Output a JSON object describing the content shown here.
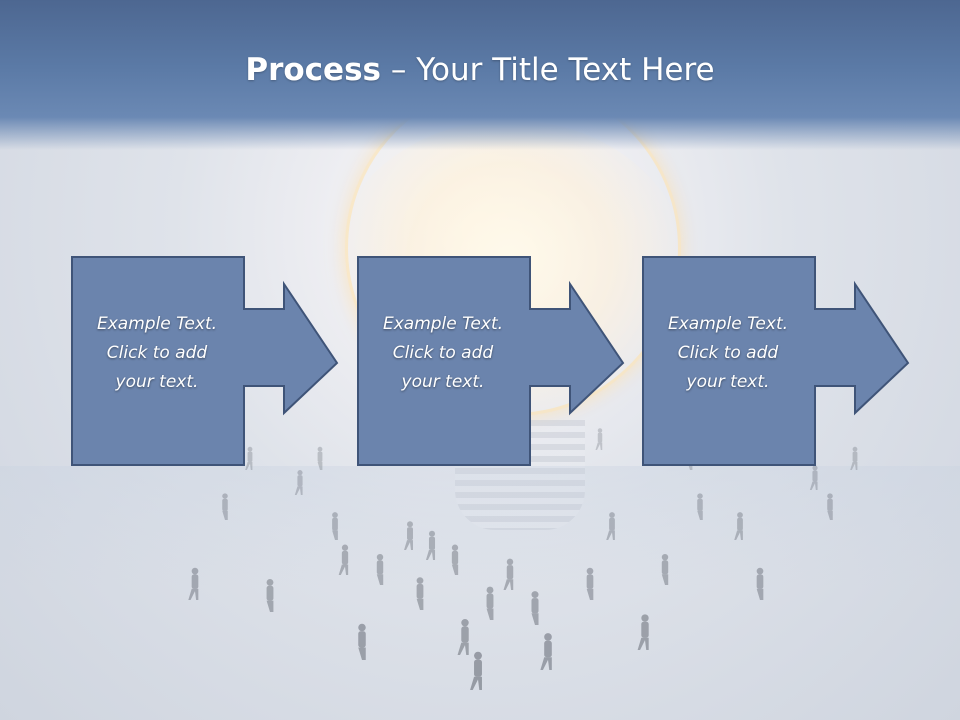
{
  "slide": {
    "title_bold": "Process",
    "title_dash": " – ",
    "title_rest": "Your Title Text Here"
  },
  "steps": [
    {
      "lines": [
        "Example Text.",
        "Click  to add",
        "your text."
      ]
    },
    {
      "lines": [
        "Example Text.",
        "Click  to add",
        "your text."
      ]
    },
    {
      "lines": [
        "Example Text.",
        "Click  to add",
        "your text."
      ]
    }
  ],
  "colors": {
    "header": "#5b7aa6",
    "box_fill": "#6b84ad",
    "box_stroke": "#3f5478"
  }
}
